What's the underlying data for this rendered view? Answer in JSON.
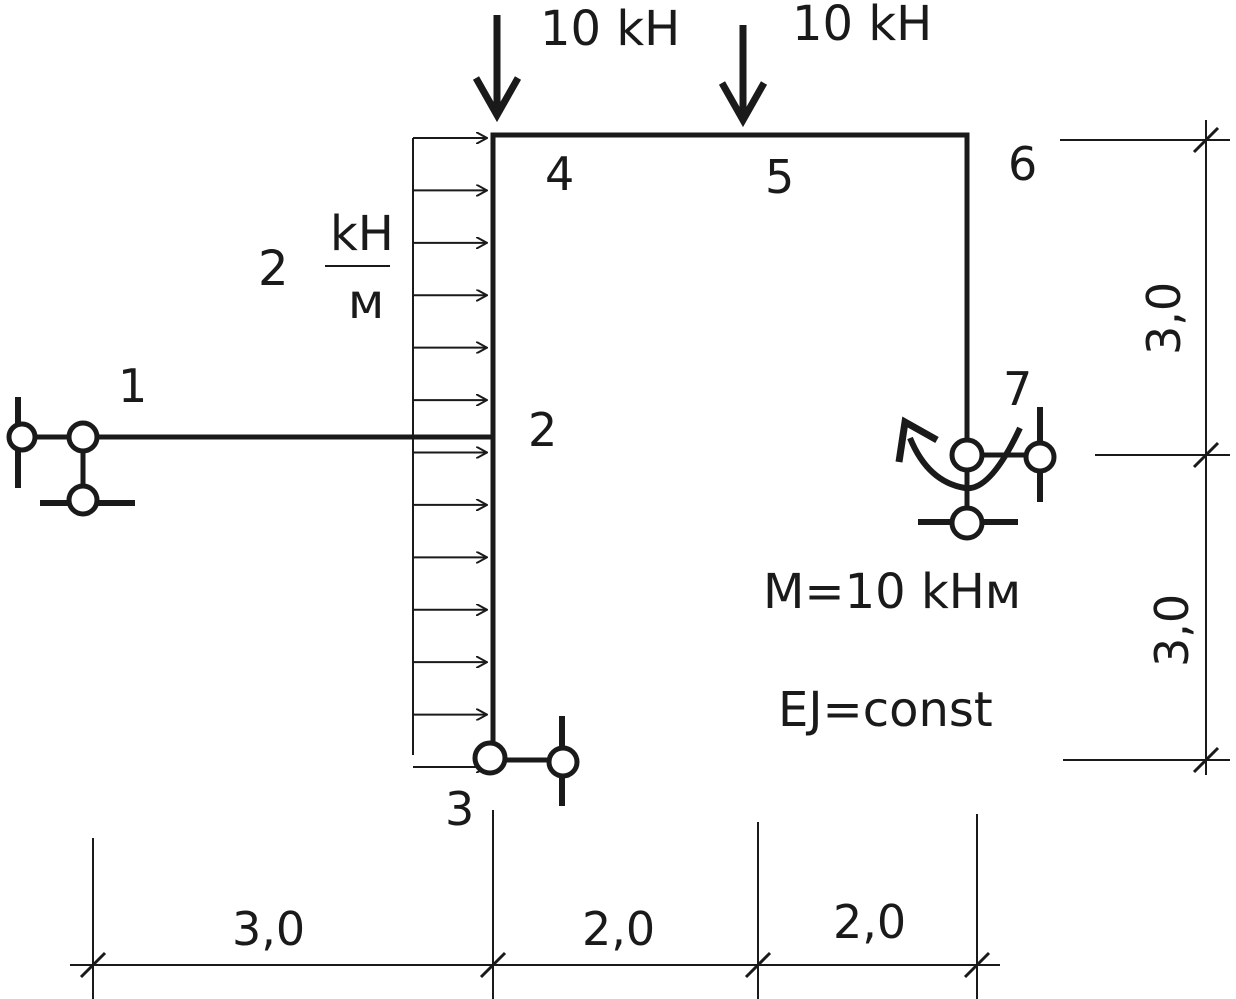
{
  "loads": {
    "force_1": "10 kH",
    "force_2": "10 kH",
    "distributed_value": "2",
    "distributed_unit_top": "kH",
    "distributed_unit_bottom": "м",
    "moment": "M=10 kHм"
  },
  "stiffness": "EJ=const",
  "nodes": [
    "1",
    "2",
    "3",
    "4",
    "5",
    "6",
    "7"
  ],
  "dimensions": {
    "horizontal": [
      "3,0",
      "2,0",
      "2,0"
    ],
    "vertical": [
      "3,0",
      "3,0"
    ]
  },
  "colors": {
    "ink": "#1a1a1a",
    "background": "#ffffff"
  }
}
